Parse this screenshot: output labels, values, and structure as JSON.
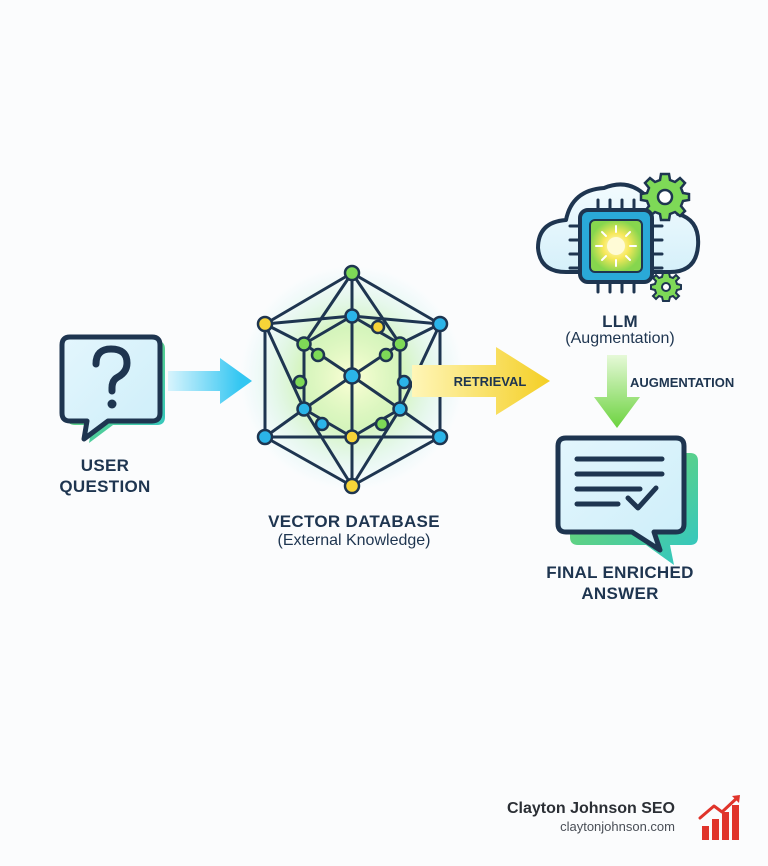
{
  "nodes": {
    "user_question": {
      "label_line1": "USER",
      "label_line2": "QUESTION"
    },
    "vector_database": {
      "label": "VECTOR DATABASE",
      "sublabel": "(External Knowledge)"
    },
    "llm": {
      "label": "LLM",
      "sublabel": "(Augmentation)"
    },
    "final_answer": {
      "label_line1": "FINAL ENRICHED",
      "label_line2": "ANSWER"
    }
  },
  "edges": {
    "retrieval": "RETRIEVAL",
    "augmentation": "AUGMENTATION"
  },
  "branding": {
    "name": "Clayton Johnson SEO",
    "url": "claytonjohnson.com"
  },
  "colors": {
    "navy": "#1e3550",
    "cyan": "#1ec8f0",
    "green": "#7ed957",
    "yellow": "#f7d438",
    "brand_red": "#e0342b"
  }
}
